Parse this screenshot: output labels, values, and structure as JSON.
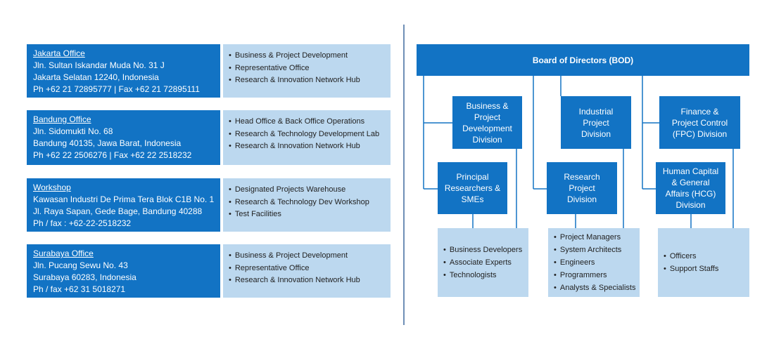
{
  "offices": [
    {
      "title": "Jakarta Office",
      "lines": [
        "Jln. Sultan Iskandar Muda No. 31 J",
        "Jakarta Selatan 12240, Indonesia",
        "Ph  +62 21 72895777  |  Fax  +62 21 72895111"
      ],
      "functions": [
        "Business & Project Development",
        "Representative Office",
        "Research & Innovation Network Hub"
      ]
    },
    {
      "title": "Bandung Office",
      "lines": [
        "Jln. Sidomukti No. 68",
        "Bandung 40135, Jawa Barat, Indonesia",
        "Ph  +62 22 2506276  |  Fax   +62 22 2518232"
      ],
      "functions": [
        "Head Office & Back Office Operations",
        "Research & Technology Development Lab",
        "Research & Innovation Network Hub"
      ]
    },
    {
      "title": "Workshop",
      "lines": [
        "Kawasan Industri De Prima Tera Blok C1B No. 1",
        "Jl. Raya Sapan, Gede Bage, Bandung 40288",
        "Ph / fax : +62-22-2518232"
      ],
      "functions": [
        "Designated Projects Warehouse",
        "Research & Technology Dev Workshop",
        "Test Facilities"
      ]
    },
    {
      "title": "Surabaya Office",
      "lines": [
        "Jln. Pucang Sewu No. 43",
        "Surabaya 60283, Indonesia",
        "Ph / fax +62 31 5018271"
      ],
      "functions": [
        "Business & Project Development",
        "Representative Office",
        "Research & Innovation Network Hub"
      ]
    }
  ],
  "org": {
    "bod": "Board of Directors (BOD)",
    "bpd": [
      "Business  &",
      "Project",
      "Development",
      "Division"
    ],
    "ind": [
      "Industrial",
      "Project",
      "Division"
    ],
    "fpc": [
      "Finance &",
      "Project Control",
      "(FPC) Division"
    ],
    "prs": [
      "Principal",
      "Researchers &",
      "SMEs"
    ],
    "rpd": [
      "Research",
      "Project",
      "Division"
    ],
    "hcg": [
      "Human Capital",
      "& General",
      "Affairs (HCG)",
      "Division"
    ],
    "list1": [
      "Business Developers",
      "Associate Experts",
      "Technologists"
    ],
    "list2": [
      "Project Managers",
      "System Architects",
      "Engineers",
      "Programmers",
      "Analysts & Specialists"
    ],
    "list3": [
      "Officers",
      "Support Staffs"
    ]
  },
  "colors": {
    "primary": "#1273c4",
    "light": "#bcd8ef",
    "divider": "#6f8fb6"
  }
}
